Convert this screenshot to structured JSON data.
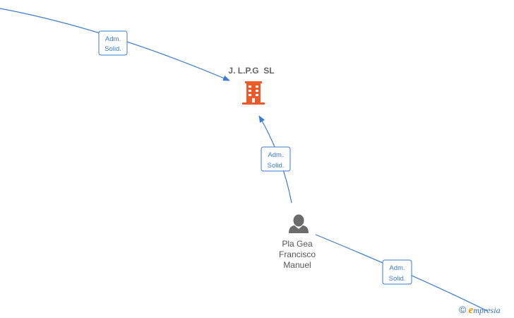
{
  "company": {
    "name": "J. L.P.G  SL",
    "icon": "building-icon",
    "color": "#f05a28"
  },
  "person": {
    "name_lines": [
      "Pla Gea",
      "Francisco",
      "Manuel"
    ],
    "icon": "person-icon",
    "color": "#6b6b6b"
  },
  "edges": [
    {
      "id": "top",
      "label_lines": [
        "Adm.",
        "Solid."
      ]
    },
    {
      "id": "middle",
      "label_lines": [
        "Adm.",
        "Solid."
      ]
    },
    {
      "id": "bottom",
      "label_lines": [
        "Adm.",
        "Solid."
      ]
    }
  ],
  "edge_color": "#3a7bd5",
  "watermark": {
    "symbol": "©",
    "brand_initial": "e",
    "brand_rest": "mpresia"
  }
}
